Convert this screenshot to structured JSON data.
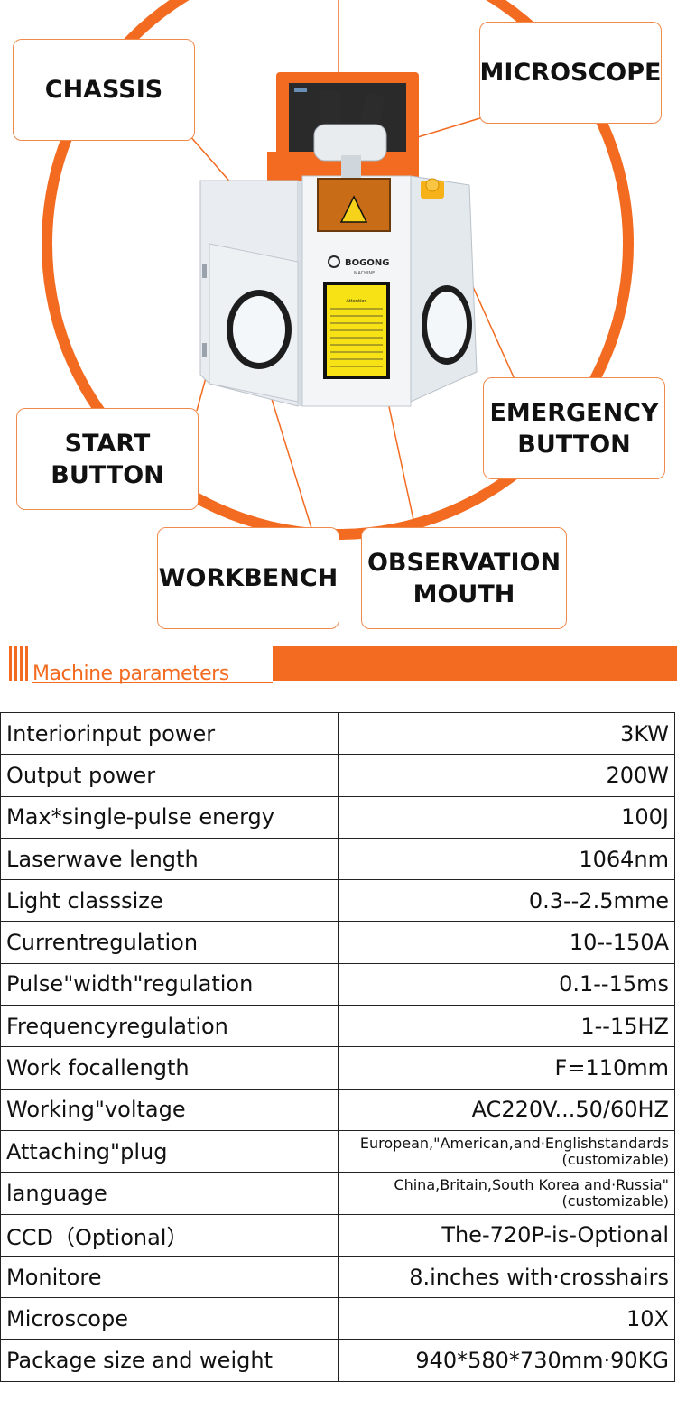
{
  "diagram": {
    "brand": "BOGONG",
    "brand_sub": "MACHINE",
    "warning_title": "Attention",
    "callouts": {
      "chassis": "CHASSIS",
      "microscope": "MICROSCOPE",
      "start_button": "START\nBUTTON",
      "emergency_button": "EMERGENCY\nBUTTON",
      "workbench": "WORKBENCH",
      "observation_mouth": "OBSERVATION\nMOUTH"
    },
    "accent_color": "#f26b21"
  },
  "section": {
    "title": "Machine parameters"
  },
  "parameters": [
    {
      "name": "Interiorinput power",
      "value": "3KW"
    },
    {
      "name": "Output power",
      "value": "200W"
    },
    {
      "name": "Max*single-pulse energy",
      "value": "100J"
    },
    {
      "name": "Laserwave length",
      "value": "1064nm"
    },
    {
      "name": "Light classsize",
      "value": "0.3--2.5mme"
    },
    {
      "name": "Currentregulation",
      "value": "10--150A"
    },
    {
      "name": "Pulse\"width\"regulation",
      "value": "0.1--15ms"
    },
    {
      "name": "Frequencyregulation",
      "value": "1--15HZ"
    },
    {
      "name": "Work focallength",
      "value": "F=110mm"
    },
    {
      "name": "Working\"voltage",
      "value": "AC220V...50/60HZ"
    },
    {
      "name": "Attaching\"plug",
      "value": "European,\"American,and·Englishstandards",
      "value_note": "(customizable)"
    },
    {
      "name": "language",
      "value": "China,Britain,South Korea and·Russia\"",
      "value_note": "(customizable)"
    },
    {
      "name": "CCD（Optional）",
      "value": "The-720P-is-Optional"
    },
    {
      "name": "Monitore",
      "value": "8.inches with·crosshairs"
    },
    {
      "name": "Microscope",
      "value": "10X"
    },
    {
      "name": "Package size and weight",
      "value": "940*580*730mm·90KG"
    }
  ]
}
